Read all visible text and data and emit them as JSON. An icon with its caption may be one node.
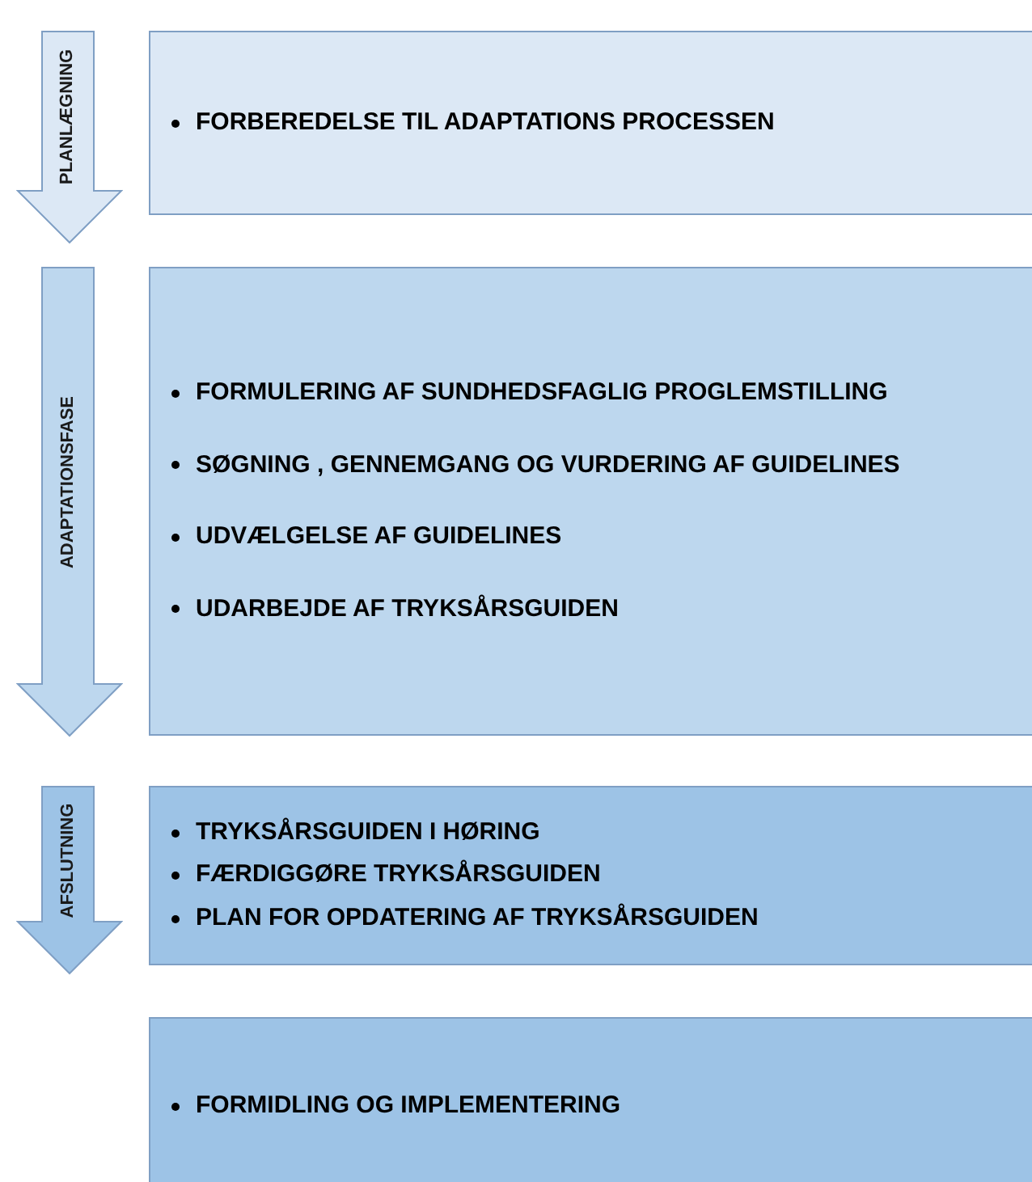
{
  "diagram": {
    "nodes": [
      {
        "text": [
          "PLANLÆGNING"
        ]
      },
      {
        "text": [
          "FORBEREDELSE TIL ADAPTATIONS PROCESSEN"
        ]
      },
      {
        "text": [
          "ADAPTATIONSFASE"
        ]
      },
      {
        "text": [
          "FORMULERING AF SUNDHEDSFAGLIG PROGLEMSTILLING",
          "SØGNING , GENNEMGANG OG VURDERING AF GUIDELINES",
          "UDVÆLGELSE AF GUIDELINES",
          "UDARBEJDE AF TRYKSÅRSGUIDEN"
        ]
      },
      {
        "text": [
          "AFSLUTNING"
        ]
      },
      {
        "text": [
          "TRYKSÅRSGUIDEN I HØRING",
          "FÆRDIGGØRE TRYKSÅRSGUIDEN",
          "PLAN FOR OPDATERING AF TRYKSÅRSGUIDEN"
        ]
      },
      {
        "text": [
          "FORMIDLING OG IMPLEMENTERING"
        ]
      }
    ]
  }
}
